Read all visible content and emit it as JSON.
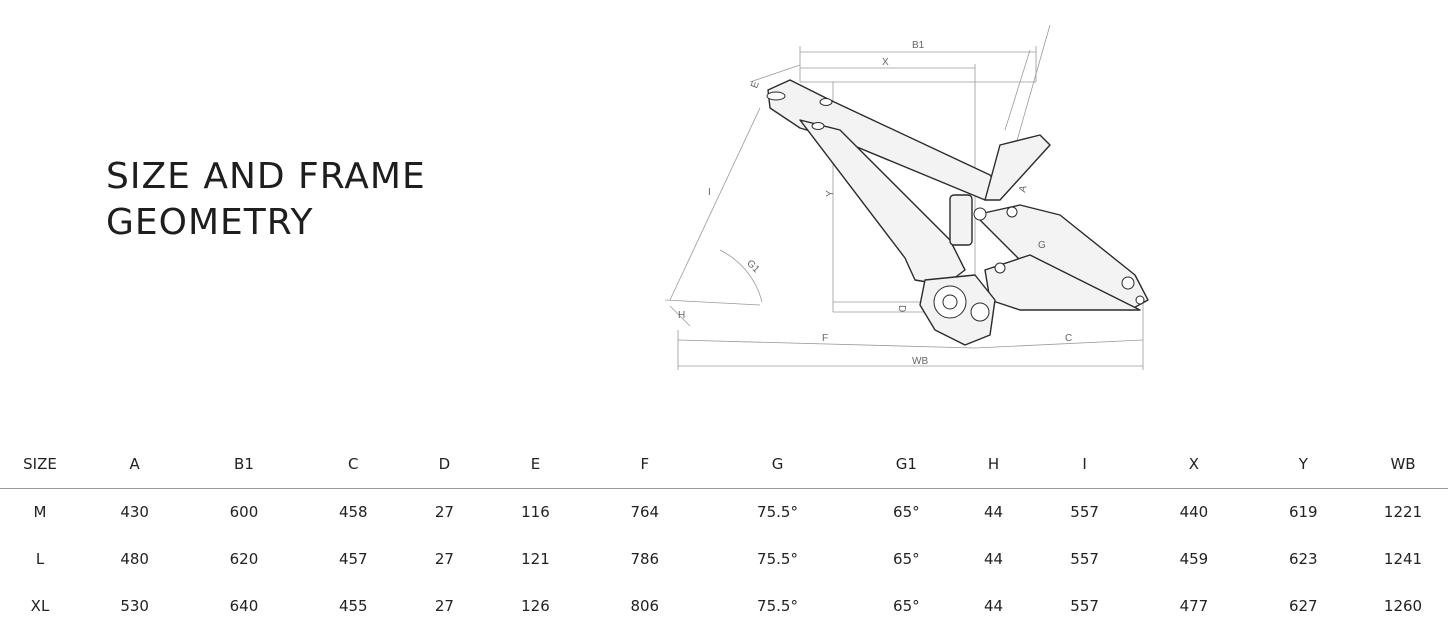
{
  "title": {
    "line1": "SIZE AND FRAME",
    "line2": "GEOMETRY"
  },
  "diagram": {
    "labels": {
      "B1": "B1",
      "X": "X",
      "E": "E",
      "I": "I",
      "Y": "Y",
      "A": "A",
      "G": "G",
      "G1": "G1",
      "D": "D",
      "H": "H",
      "F": "F",
      "C": "C",
      "WB": "WB"
    }
  },
  "table": {
    "headers": [
      "SIZE",
      "A",
      "B1",
      "C",
      "D",
      "E",
      "F",
      "G",
      "G1",
      "H",
      "I",
      "X",
      "Y",
      "WB"
    ],
    "rows": [
      [
        "M",
        "430",
        "600",
        "458",
        "27",
        "116",
        "764",
        "75.5°",
        "65°",
        "44",
        "557",
        "440",
        "619",
        "1221"
      ],
      [
        "L",
        "480",
        "620",
        "457",
        "27",
        "121",
        "786",
        "75.5°",
        "65°",
        "44",
        "557",
        "459",
        "623",
        "1241"
      ],
      [
        "XL",
        "530",
        "640",
        "455",
        "27",
        "126",
        "806",
        "75.5°",
        "65°",
        "44",
        "557",
        "477",
        "627",
        "1260"
      ]
    ]
  }
}
